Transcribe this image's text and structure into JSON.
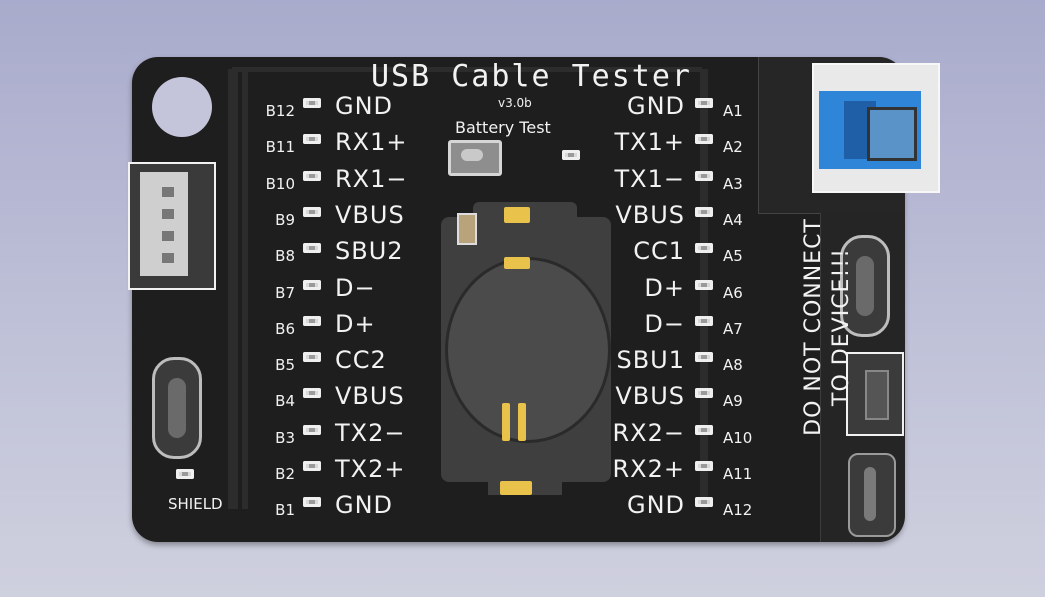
{
  "title": "USB Cable Tester",
  "version": "v3.0b",
  "battery_label": "Battery Test",
  "shield_label": "SHIELD",
  "warning": [
    "DO NOT CONNECT",
    "TO DEVICE!!!"
  ],
  "left_pins": [
    {
      "id": "B12",
      "name": "GND"
    },
    {
      "id": "B11",
      "name": "RX1+"
    },
    {
      "id": "B10",
      "name": "RX1−"
    },
    {
      "id": "B9",
      "name": "VBUS"
    },
    {
      "id": "B8",
      "name": "SBU2"
    },
    {
      "id": "B7",
      "name": "D−"
    },
    {
      "id": "B6",
      "name": "D+"
    },
    {
      "id": "B5",
      "name": "CC2"
    },
    {
      "id": "B4",
      "name": "VBUS"
    },
    {
      "id": "B3",
      "name": "TX2−"
    },
    {
      "id": "B2",
      "name": "TX2+"
    },
    {
      "id": "B1",
      "name": "GND"
    }
  ],
  "right_pins": [
    {
      "id": "A1",
      "name": "GND"
    },
    {
      "id": "A2",
      "name": "TX1+"
    },
    {
      "id": "A3",
      "name": "TX1−"
    },
    {
      "id": "A4",
      "name": "VBUS"
    },
    {
      "id": "A5",
      "name": "CC1"
    },
    {
      "id": "A6",
      "name": "D+"
    },
    {
      "id": "A7",
      "name": "D−"
    },
    {
      "id": "A8",
      "name": "SBU1"
    },
    {
      "id": "A9",
      "name": "VBUS"
    },
    {
      "id": "A10",
      "name": "RX2−"
    },
    {
      "id": "A11",
      "name": "RX2+"
    },
    {
      "id": "A12",
      "name": "GND"
    }
  ],
  "colors": {
    "board": "#1e1e1e",
    "silkscreen": "#f2f2f2",
    "usb_b_blue": "#2f86d9",
    "battery_pad": "#e8c24a"
  }
}
